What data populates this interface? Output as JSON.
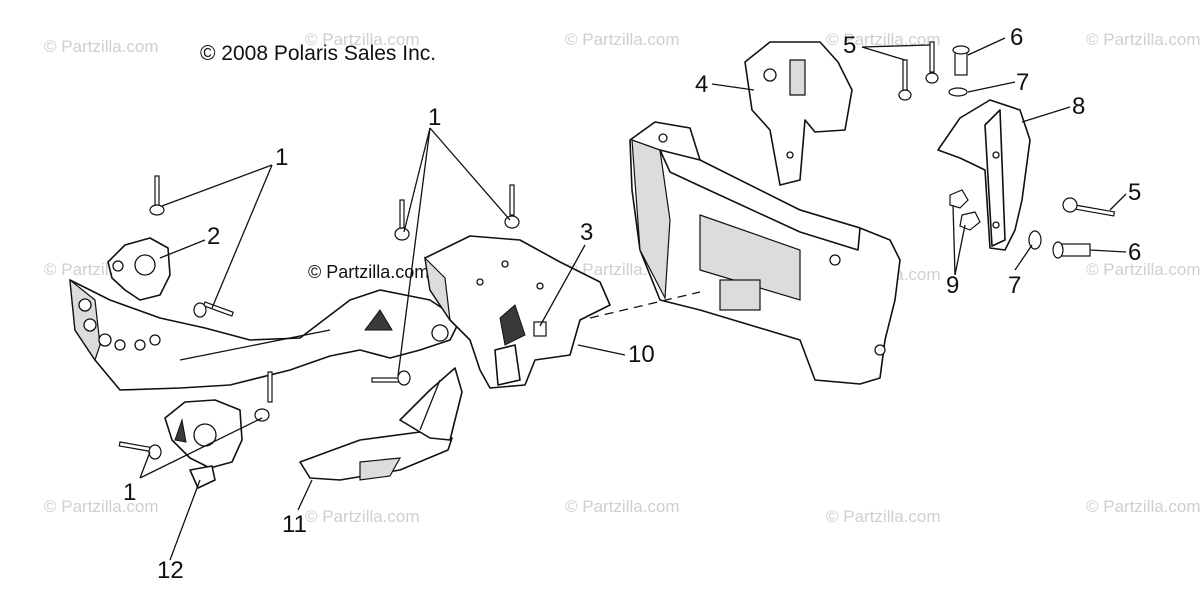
{
  "copyright": "© 2008 Polaris Sales Inc.",
  "watermark": {
    "text": "© Partzilla.com",
    "mid_text": "© Partzilla.com",
    "color": "#cfcfcf"
  },
  "callouts": [
    "1",
    "1",
    "1",
    "2",
    "3",
    "4",
    "5",
    "5",
    "6",
    "6",
    "7",
    "7",
    "8",
    "9",
    "10",
    "11",
    "12"
  ]
}
